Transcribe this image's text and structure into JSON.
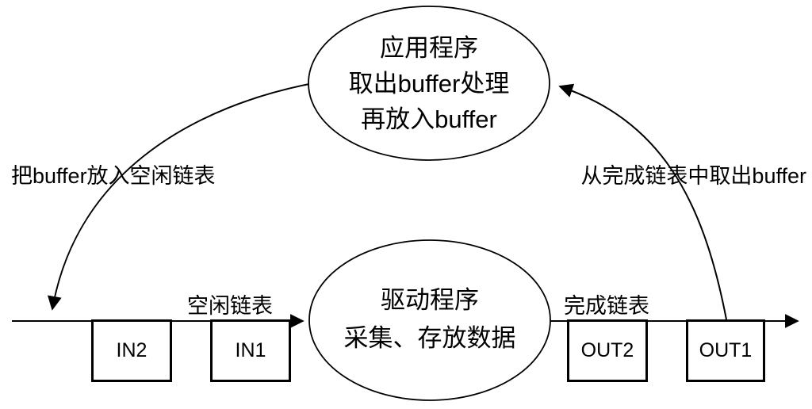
{
  "diagram": {
    "top_ellipse": {
      "line1": "应用程序",
      "line2": "取出buffer处理",
      "line3": "再放入buffer"
    },
    "bottom_ellipse": {
      "line1": "驱动程序",
      "line2": "采集、存放数据"
    },
    "left_arrow_label": "把buffer放入空闲链表",
    "right_arrow_label": "从完成链表中取出buffer",
    "free_list_label": "空闲链表",
    "done_list_label": "完成链表",
    "buffers": [
      "IN2",
      "IN1",
      "OUT2",
      "OUT1"
    ],
    "colors": {
      "stroke": "#000000",
      "background": "#ffffff"
    }
  }
}
